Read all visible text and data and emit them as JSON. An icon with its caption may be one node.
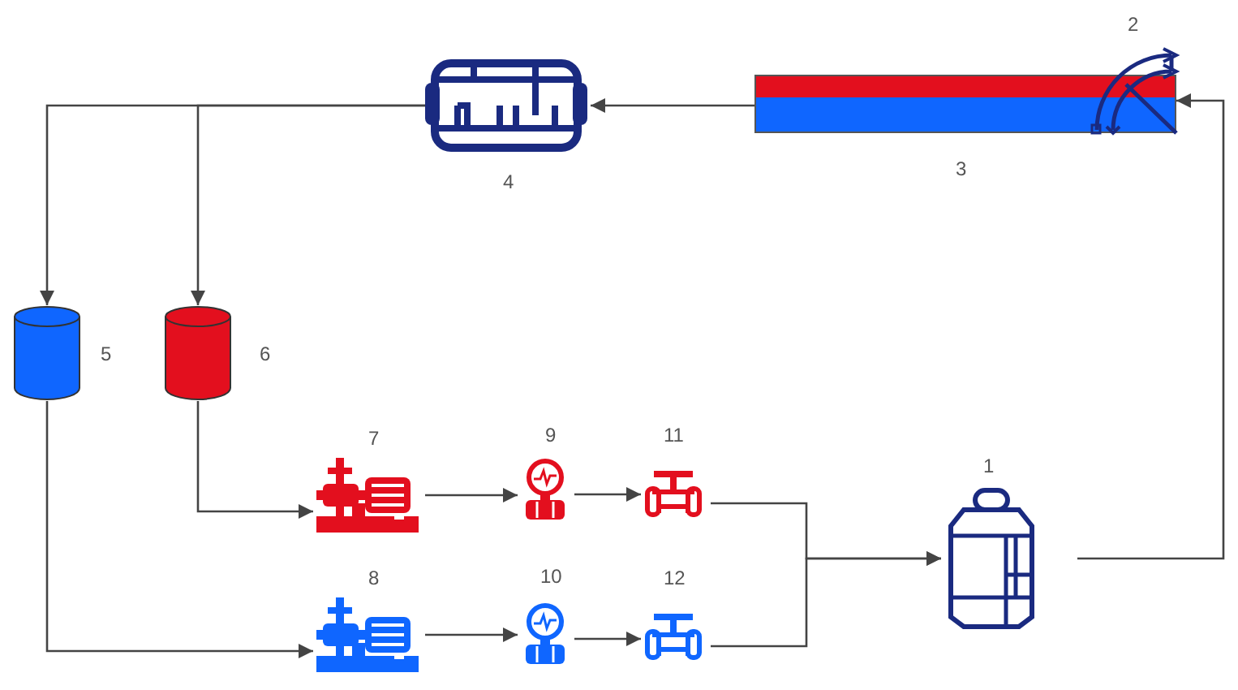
{
  "diagram": {
    "nodes": [
      {
        "text": [],
        "shape": "picture",
        "beside": [
          "4"
        ]
      },
      {
        "text": [],
        "shape": "bar",
        "beside": [
          "3"
        ]
      },
      {
        "text": [],
        "shape": "picture",
        "beside": [
          "2"
        ]
      },
      {
        "text": [],
        "shape": "cylinder",
        "beside": [
          "5"
        ]
      },
      {
        "text": [],
        "shape": "cylinder",
        "beside": [
          "6"
        ]
      },
      {
        "text": [],
        "shape": "picture",
        "beside": [
          "7"
        ]
      },
      {
        "text": [],
        "shape": "picture",
        "beside": [
          "9"
        ]
      },
      {
        "text": [],
        "shape": "picture",
        "beside": [
          "11"
        ]
      },
      {
        "text": [],
        "shape": "picture",
        "beside": [
          "1"
        ]
      },
      {
        "text": [],
        "shape": "picture",
        "beside": [
          "8"
        ]
      },
      {
        "text": [],
        "shape": "picture",
        "beside": [
          "10"
        ]
      },
      {
        "text": [],
        "shape": "picture",
        "beside": [
          "12"
        ]
      }
    ],
    "edges": [
      {
        "from": 8,
        "to": 1,
        "arrow": "to"
      },
      {
        "from": 1,
        "to": 0,
        "arrow": "to"
      },
      {
        "from": 0,
        "to": 3,
        "arrow": "to"
      },
      {
        "from": 0,
        "to": 4,
        "arrow": "to"
      },
      {
        "from": 4,
        "to": 5,
        "arrow": "to"
      },
      {
        "from": 5,
        "to": 6,
        "arrow": "to"
      },
      {
        "from": 6,
        "to": 7,
        "arrow": "to"
      },
      {
        "from": 7,
        "to": 8,
        "arrow": "to"
      },
      {
        "from": 3,
        "to": 9,
        "arrow": "to"
      },
      {
        "from": 9,
        "to": 10,
        "arrow": "to"
      },
      {
        "from": 10,
        "to": 11,
        "arrow": "to"
      },
      {
        "from": 11,
        "to": 8,
        "arrow": "to"
      }
    ]
  }
}
